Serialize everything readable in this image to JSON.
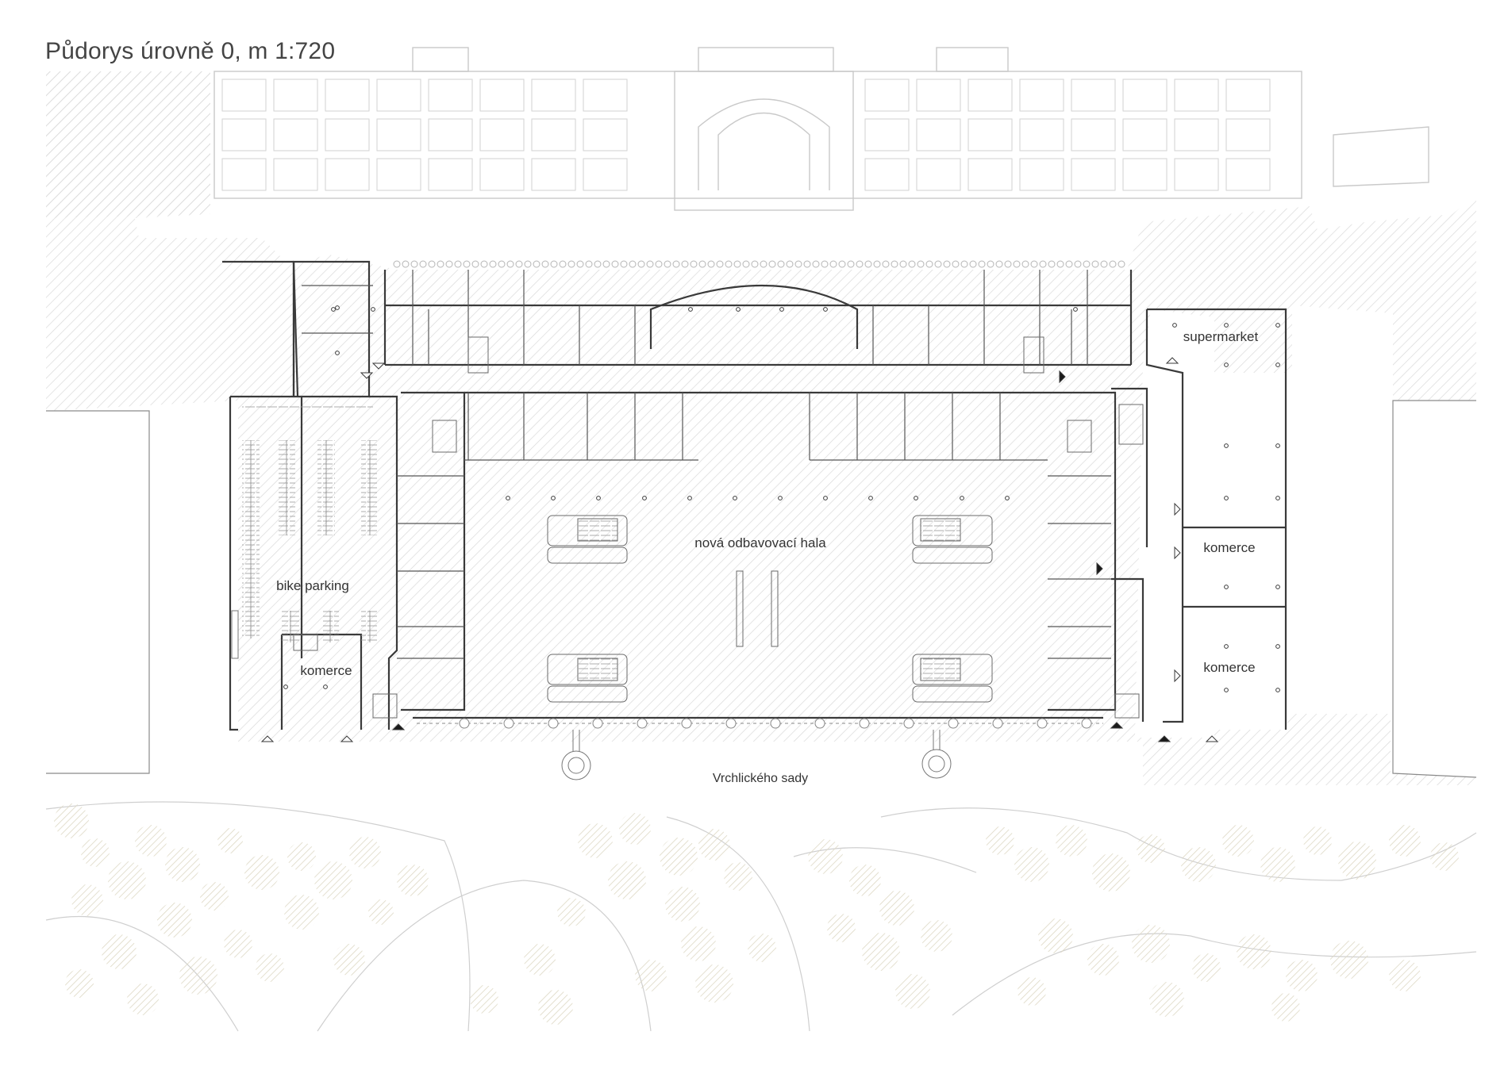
{
  "title": "Půdorys úrovně 0, m 1:720",
  "labels": {
    "supermarket": "supermarket",
    "komerce_right_top": "komerce",
    "komerce_right_bottom": "komerce",
    "komerce_left": "komerce",
    "bike_parking": "bike parking",
    "hall": "nová odbavovací hala",
    "park": "Vrchlického sady"
  },
  "colors": {
    "wall": "#3a3a3a",
    "wall_light": "#8a8a8a",
    "context": "#c8c8c8",
    "hatch": "#dcdcdc",
    "tree": "#e6e3d6",
    "path": "#c9c9c9"
  }
}
